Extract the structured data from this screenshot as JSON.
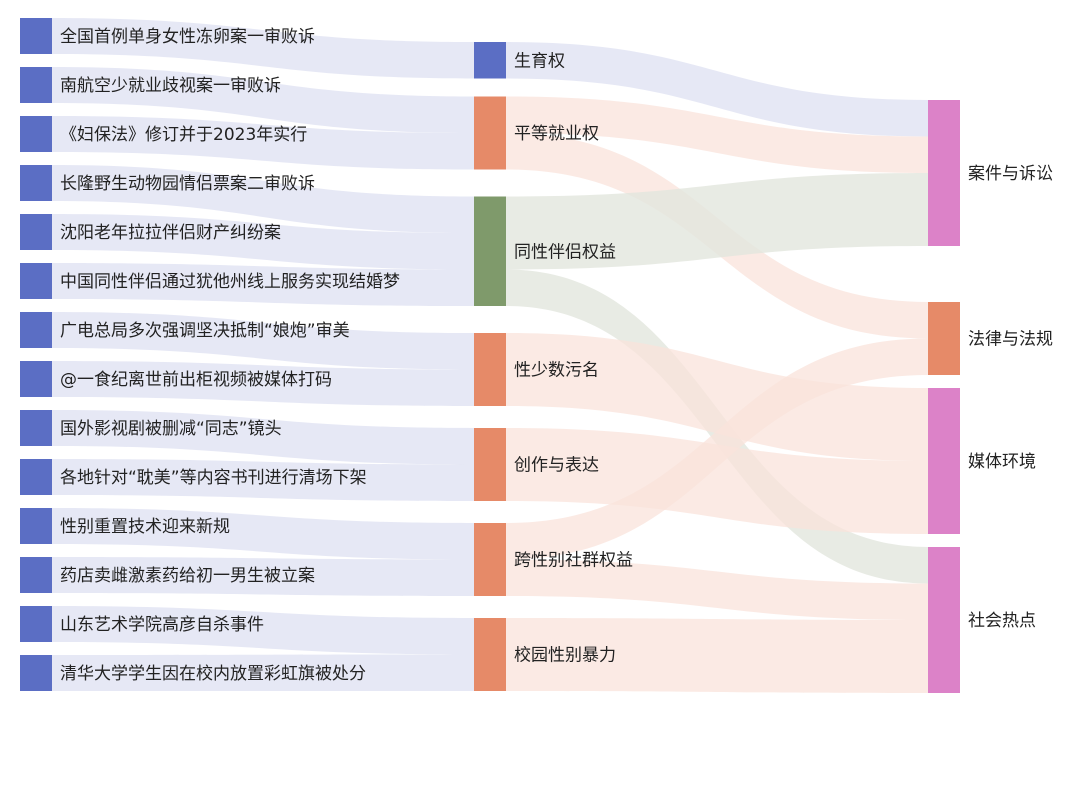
{
  "chart_data": {
    "type": "sankey",
    "title": "",
    "colors": {
      "event_node": "#5b6ec4",
      "right_pink": "#dc82c8",
      "orange": "#e68a68",
      "green": "#7f9a6b",
      "link_blue": "#dde0f2",
      "link_orange": "#f9e3db",
      "link_green": "#e2e6dd"
    },
    "columns": [
      [
        {
          "id": "e1",
          "label": "全国首例单身女性冻卵案一审败诉",
          "color": "event_node"
        },
        {
          "id": "e2",
          "label": "南航空少就业歧视案一审败诉",
          "color": "event_node"
        },
        {
          "id": "e3",
          "label": "《妇保法》修订并于2023年实行",
          "color": "event_node"
        },
        {
          "id": "e4",
          "label": "长隆野生动物园情侣票案二审败诉",
          "color": "event_node"
        },
        {
          "id": "e5",
          "label": "沈阳老年拉拉伴侣财产纠纷案",
          "color": "event_node"
        },
        {
          "id": "e6",
          "label": "中国同性伴侣通过犹他州线上服务实现结婚梦",
          "color": "event_node"
        },
        {
          "id": "e7",
          "label": "广电总局多次强调坚决抵制“娘炮”审美",
          "color": "event_node"
        },
        {
          "id": "e8",
          "label": "@一食纪离世前出柜视频被媒体打码",
          "color": "event_node"
        },
        {
          "id": "e9",
          "label": "国外影视剧被删减“同志”镜头",
          "color": "event_node"
        },
        {
          "id": "e10",
          "label": "各地针对“耽美”等内容书刊进行清场下架",
          "color": "event_node"
        },
        {
          "id": "e11",
          "label": "性别重置技术迎来新规",
          "color": "event_node"
        },
        {
          "id": "e12",
          "label": "药店卖雌激素药给初一男生被立案",
          "color": "event_node"
        },
        {
          "id": "e13",
          "label": "山东艺术学院高彦自杀事件",
          "color": "event_node"
        },
        {
          "id": "e14",
          "label": "清华大学学生因在校内放置彩虹旗被处分",
          "color": "event_node"
        }
      ],
      [
        {
          "id": "m1",
          "label": "生育权",
          "color": "event_node"
        },
        {
          "id": "m2",
          "label": "平等就业权",
          "color": "orange"
        },
        {
          "id": "m3",
          "label": "同性伴侣权益",
          "color": "green"
        },
        {
          "id": "m4",
          "label": "性少数污名",
          "color": "orange"
        },
        {
          "id": "m5",
          "label": "创作与表达",
          "color": "orange"
        },
        {
          "id": "m6",
          "label": "跨性别社群权益",
          "color": "orange"
        },
        {
          "id": "m7",
          "label": "校园性别暴力",
          "color": "orange"
        }
      ],
      [
        {
          "id": "r1",
          "label": "案件与诉讼",
          "color": "right_pink"
        },
        {
          "id": "r2",
          "label": "法律与法规",
          "color": "orange"
        },
        {
          "id": "r3",
          "label": "媒体环境",
          "color": "right_pink"
        },
        {
          "id": "r4",
          "label": "社会热点",
          "color": "right_pink"
        }
      ]
    ],
    "links": [
      {
        "source": "e1",
        "target": "m1",
        "value": 1
      },
      {
        "source": "e2",
        "target": "m2",
        "value": 1
      },
      {
        "source": "e3",
        "target": "m2",
        "value": 1
      },
      {
        "source": "e4",
        "target": "m3",
        "value": 1
      },
      {
        "source": "e5",
        "target": "m3",
        "value": 1
      },
      {
        "source": "e6",
        "target": "m3",
        "value": 1
      },
      {
        "source": "e7",
        "target": "m4",
        "value": 1
      },
      {
        "source": "e8",
        "target": "m4",
        "value": 1
      },
      {
        "source": "e9",
        "target": "m5",
        "value": 1
      },
      {
        "source": "e10",
        "target": "m5",
        "value": 1
      },
      {
        "source": "e11",
        "target": "m6",
        "value": 1
      },
      {
        "source": "e12",
        "target": "m6",
        "value": 1
      },
      {
        "source": "e13",
        "target": "m7",
        "value": 1
      },
      {
        "source": "e14",
        "target": "m7",
        "value": 1
      },
      {
        "source": "m1",
        "target": "r1",
        "value": 1
      },
      {
        "source": "m2",
        "target": "r1",
        "value": 1
      },
      {
        "source": "m2",
        "target": "r2",
        "value": 1
      },
      {
        "source": "m3",
        "target": "r1",
        "value": 2
      },
      {
        "source": "m3",
        "target": "r4",
        "value": 1
      },
      {
        "source": "m4",
        "target": "r3",
        "value": 2
      },
      {
        "source": "m5",
        "target": "r3",
        "value": 2
      },
      {
        "source": "m6",
        "target": "r2",
        "value": 1
      },
      {
        "source": "m6",
        "target": "r4",
        "value": 1
      },
      {
        "source": "m7",
        "target": "r4",
        "value": 2
      }
    ]
  }
}
